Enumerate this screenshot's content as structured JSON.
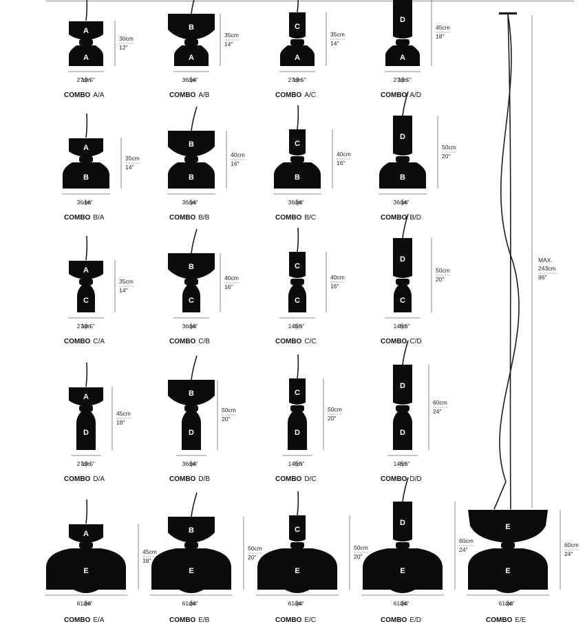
{
  "combos": [
    {
      "top": "A",
      "bottom": "A",
      "height_cm": "30cm",
      "height_in": "12\"",
      "width_cm": "27cm",
      "width_in": "10.5\"",
      "label_bold": "COMBO",
      "label_code": "A/A"
    },
    {
      "top": "B",
      "bottom": "A",
      "height_cm": "35cm",
      "height_in": "14\"",
      "width_cm": "36cm",
      "width_in": "14\"",
      "label_bold": "COMBO",
      "label_code": "A/B"
    },
    {
      "top": "C",
      "bottom": "A",
      "height_cm": "35cm",
      "height_in": "14\"",
      "width_cm": "27cm",
      "width_in": "10.5\"",
      "label_bold": "COMBO",
      "label_code": "A/C"
    },
    {
      "top": "D",
      "bottom": "A",
      "height_cm": "45cm",
      "height_in": "18\"",
      "width_cm": "27cm",
      "width_in": "10.5\"",
      "label_bold": "COMBO",
      "label_code": "A/D"
    },
    {
      "top": "A",
      "bottom": "B",
      "height_cm": "35cm",
      "height_in": "14\"",
      "width_cm": "36cm",
      "width_in": "14\"",
      "label_bold": "COMBO",
      "label_code": "B/A"
    },
    {
      "top": "B",
      "bottom": "B",
      "height_cm": "40cm",
      "height_in": "16\"",
      "width_cm": "36cm",
      "width_in": "14\"",
      "label_bold": "COMBO",
      "label_code": "B/B"
    },
    {
      "top": "C",
      "bottom": "B",
      "height_cm": "40cm",
      "height_in": "16\"",
      "width_cm": "36cm",
      "width_in": "14\"",
      "label_bold": "COMBO",
      "label_code": "B/C"
    },
    {
      "top": "D",
      "bottom": "B",
      "height_cm": "50cm",
      "height_in": "20\"",
      "width_cm": "36cm",
      "width_in": "14\"",
      "label_bold": "COMBO",
      "label_code": "B/D"
    },
    {
      "top": "A",
      "bottom": "C",
      "height_cm": "35cm",
      "height_in": "14\"",
      "width_cm": "27cm",
      "width_in": "10.5\"",
      "label_bold": "COMBO",
      "label_code": "C/A"
    },
    {
      "top": "B",
      "bottom": "C",
      "height_cm": "40cm",
      "height_in": "16\"",
      "width_cm": "36cm",
      "width_in": "14\"",
      "label_bold": "COMBO",
      "label_code": "C/B"
    },
    {
      "top": "C",
      "bottom": "C",
      "height_cm": "40cm",
      "height_in": "16\"",
      "width_cm": "14cm",
      "width_in": "5.5\"",
      "label_bold": "COMBO",
      "label_code": "C/C"
    },
    {
      "top": "D",
      "bottom": "C",
      "height_cm": "50cm",
      "height_in": "20\"",
      "width_cm": "14cm",
      "width_in": "5.5\"",
      "label_bold": "COMBO",
      "label_code": "C/D"
    },
    {
      "top": "A",
      "bottom": "D",
      "height_cm": "45cm",
      "height_in": "18\"",
      "width_cm": "27cm",
      "width_in": "10.5\"",
      "label_bold": "COMBO",
      "label_code": "D/A"
    },
    {
      "top": "B",
      "bottom": "D",
      "height_cm": "50cm",
      "height_in": "20\"",
      "width_cm": "36cm",
      "width_in": "14\"",
      "label_bold": "COMBO",
      "label_code": "D/B"
    },
    {
      "top": "C",
      "bottom": "D",
      "height_cm": "50cm",
      "height_in": "20\"",
      "width_cm": "14cm",
      "width_in": "5.5\"",
      "label_bold": "COMBO",
      "label_code": "D/C"
    },
    {
      "top": "D",
      "bottom": "D",
      "height_cm": "60cm",
      "height_in": "24\"",
      "width_cm": "14cm",
      "width_in": "5.5\"",
      "label_bold": "COMBO",
      "label_code": "D/D"
    },
    {
      "top": "A",
      "bottom": "E",
      "height_cm": "45cm",
      "height_in": "18\"",
      "width_cm": "61cm",
      "width_in": "24\"",
      "label_bold": "COMBO",
      "label_code": "E/A"
    },
    {
      "top": "B",
      "bottom": "E",
      "height_cm": "50cm",
      "height_in": "20\"",
      "width_cm": "61cm",
      "width_in": "24\"",
      "label_bold": "COMBO",
      "label_code": "E/B"
    },
    {
      "top": "C",
      "bottom": "E",
      "height_cm": "50cm",
      "height_in": "20\"",
      "width_cm": "61cm",
      "width_in": "24\"",
      "label_bold": "COMBO",
      "label_code": "E/C"
    },
    {
      "top": "D",
      "bottom": "E",
      "height_cm": "60cm",
      "height_in": "24\"",
      "width_cm": "61cm",
      "width_in": "24\"",
      "label_bold": "COMBO",
      "label_code": "E/D"
    },
    {
      "top": "E",
      "bottom": "E",
      "height_cm": "60cm",
      "height_in": "24\"",
      "width_cm": "61cm",
      "width_in": "24\"",
      "label_bold": "COMBO",
      "label_code": "E/E"
    }
  ],
  "max_cord": {
    "line1": "MAX.",
    "line2": "243cm",
    "line3": "96\""
  },
  "colors": {
    "shade": "#0b0b0b",
    "letter": "#ffffff",
    "dimension": "#666666"
  }
}
